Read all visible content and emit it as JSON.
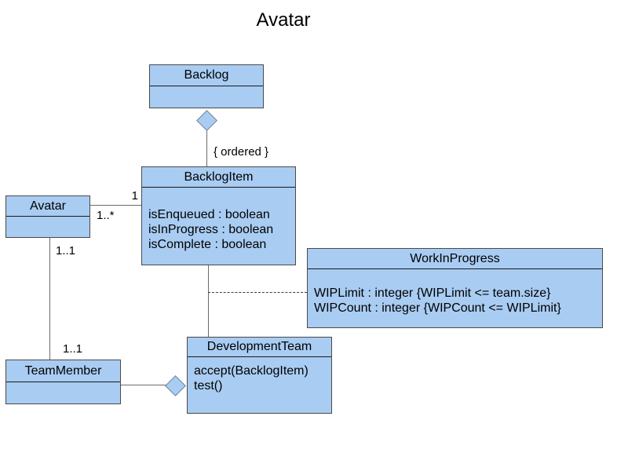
{
  "title": "Avatar",
  "colors": {
    "node_fill": "#a9ccf2",
    "node_border": "#4a4a4a",
    "divider": "#1a1a1a",
    "connector": "#6b6b6b",
    "text": "#000000"
  },
  "classes": [
    {
      "name": "Backlog",
      "attributes": []
    },
    {
      "name": "BacklogItem",
      "attributes": [
        "isEnqueued : boolean",
        "isInProgress : boolean",
        "isComplete : boolean"
      ]
    },
    {
      "name": "Avatar",
      "attributes": []
    },
    {
      "name": "WorkInProgress",
      "attributes": [
        "WIPLimit : integer {WIPLimit <= team.size}",
        "WIPCount : integer {WIPCount <= WIPLimit}"
      ]
    },
    {
      "name": "TeamMember",
      "attributes": []
    },
    {
      "name": "DevelopmentTeam",
      "attributes": [
        "accept(BacklogItem)",
        "test()"
      ]
    }
  ],
  "labels": {
    "ordered_constraint": "{ ordered }",
    "mult_one": "1",
    "mult_one_many": "1..*",
    "mult_one_one_upper": "1..1",
    "mult_one_one_lower": "1..1"
  },
  "relationships": [
    {
      "from": "Backlog",
      "to": "BacklogItem",
      "type": "aggregation",
      "label": "{ ordered }"
    },
    {
      "from": "Avatar",
      "to": "BacklogItem",
      "type": "association",
      "near_to": "1",
      "near_from": "1..*"
    },
    {
      "from": "Avatar",
      "to": "TeamMember",
      "type": "association",
      "near_from": "1..1",
      "near_to": "1..1"
    },
    {
      "from": "DevelopmentTeam",
      "to": "TeamMember",
      "type": "aggregation"
    },
    {
      "from": "BacklogItem",
      "to": "DevelopmentTeam",
      "type": "association"
    },
    {
      "from": "BacklogItem",
      "to": "WorkInProgress",
      "type": "dependency-dashed"
    }
  ]
}
